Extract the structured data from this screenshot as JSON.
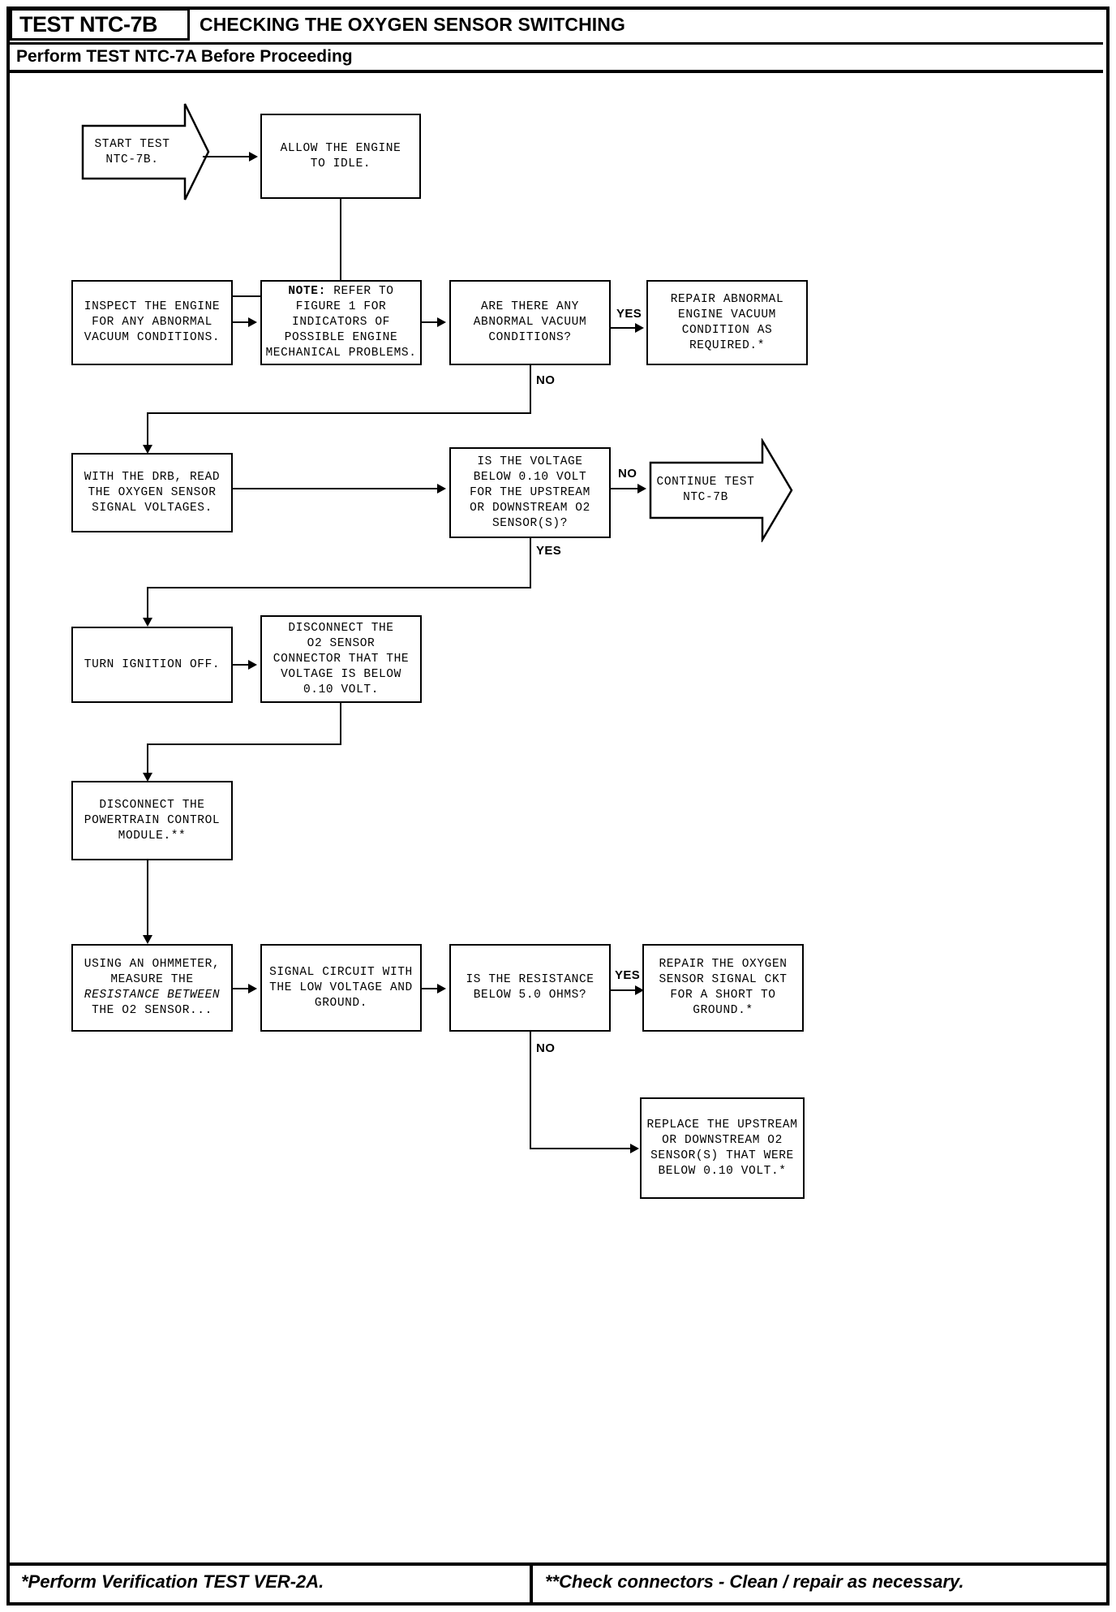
{
  "header": {
    "test_id": "TEST NTC-7B",
    "title": "CHECKING THE OXYGEN SENSOR SWITCHING",
    "subtitle": "Perform TEST NTC-7A Before Proceeding"
  },
  "footer": {
    "left_note": "*Perform Verification TEST VER-2A.",
    "right_note": "**Check connectors - Clean / repair as necessary."
  },
  "nodes": {
    "start": "START TEST\nNTC-7B.",
    "idle": "ALLOW THE ENGINE\nTO IDLE.",
    "inspect": "INSPECT THE ENGINE\nFOR ANY ABNORMAL\nVACUUM CONDITIONS.",
    "note_label": "NOTE:",
    "note_rest": " REFER TO\nFIGURE 1 FOR\nINDICATORS OF\nPOSSIBLE ENGINE\nMECHANICAL PROBLEMS.",
    "decision_vacuum": "ARE THERE ANY\nABNORMAL VACUUM\nCONDITIONS?",
    "repair_vacuum": "REPAIR ABNORMAL\nENGINE VACUUM\nCONDITION AS\nREQUIRED.*",
    "read_voltages": "WITH THE DRB, READ\nTHE OXYGEN SENSOR\nSIGNAL VOLTAGES.",
    "decision_voltage": "IS THE VOLTAGE\nBELOW 0.10 VOLT\nFOR THE UPSTREAM\nOR DOWNSTREAM O2\nSENSOR(S)?",
    "continue_test": "CONTINUE TEST\nNTC-7B",
    "ignition_off": "TURN IGNITION OFF.",
    "disconnect_o2": "DISCONNECT THE\nO2 SENSOR\nCONNECTOR THAT THE\nVOLTAGE IS BELOW\n0.10 VOLT.",
    "disconnect_pcm": "DISCONNECT THE\nPOWERTRAIN CONTROL\nMODULE.**",
    "ohmmeter_line1": "USING AN OHMMETER,",
    "ohmmeter_line2": "MEASURE THE",
    "ohmmeter_line3": "RESISTANCE BETWEEN",
    "ohmmeter_line4": "THE O2 SENSOR...",
    "signal_circuit": "SIGNAL CIRCUIT WITH\nTHE LOW VOLTAGE AND\nGROUND.",
    "decision_resistance": "IS THE RESISTANCE\nBELOW 5.0 OHMS?",
    "repair_short": "REPAIR THE OXYGEN\nSENSOR SIGNAL CKT\nFOR A SHORT TO\nGROUND.*",
    "replace_sensors": "REPLACE THE UPSTREAM\nOR DOWNSTREAM O2\nSENSOR(S) THAT WERE\nBELOW 0.10 VOLT.*"
  },
  "edges": {
    "yes_vacuum": "YES",
    "no_vacuum": "NO",
    "no_voltage": "NO",
    "yes_voltage": "YES",
    "yes_resistance": "YES",
    "no_resistance": "NO"
  },
  "colors": {
    "ink": "#000000",
    "paper": "#ffffff"
  }
}
